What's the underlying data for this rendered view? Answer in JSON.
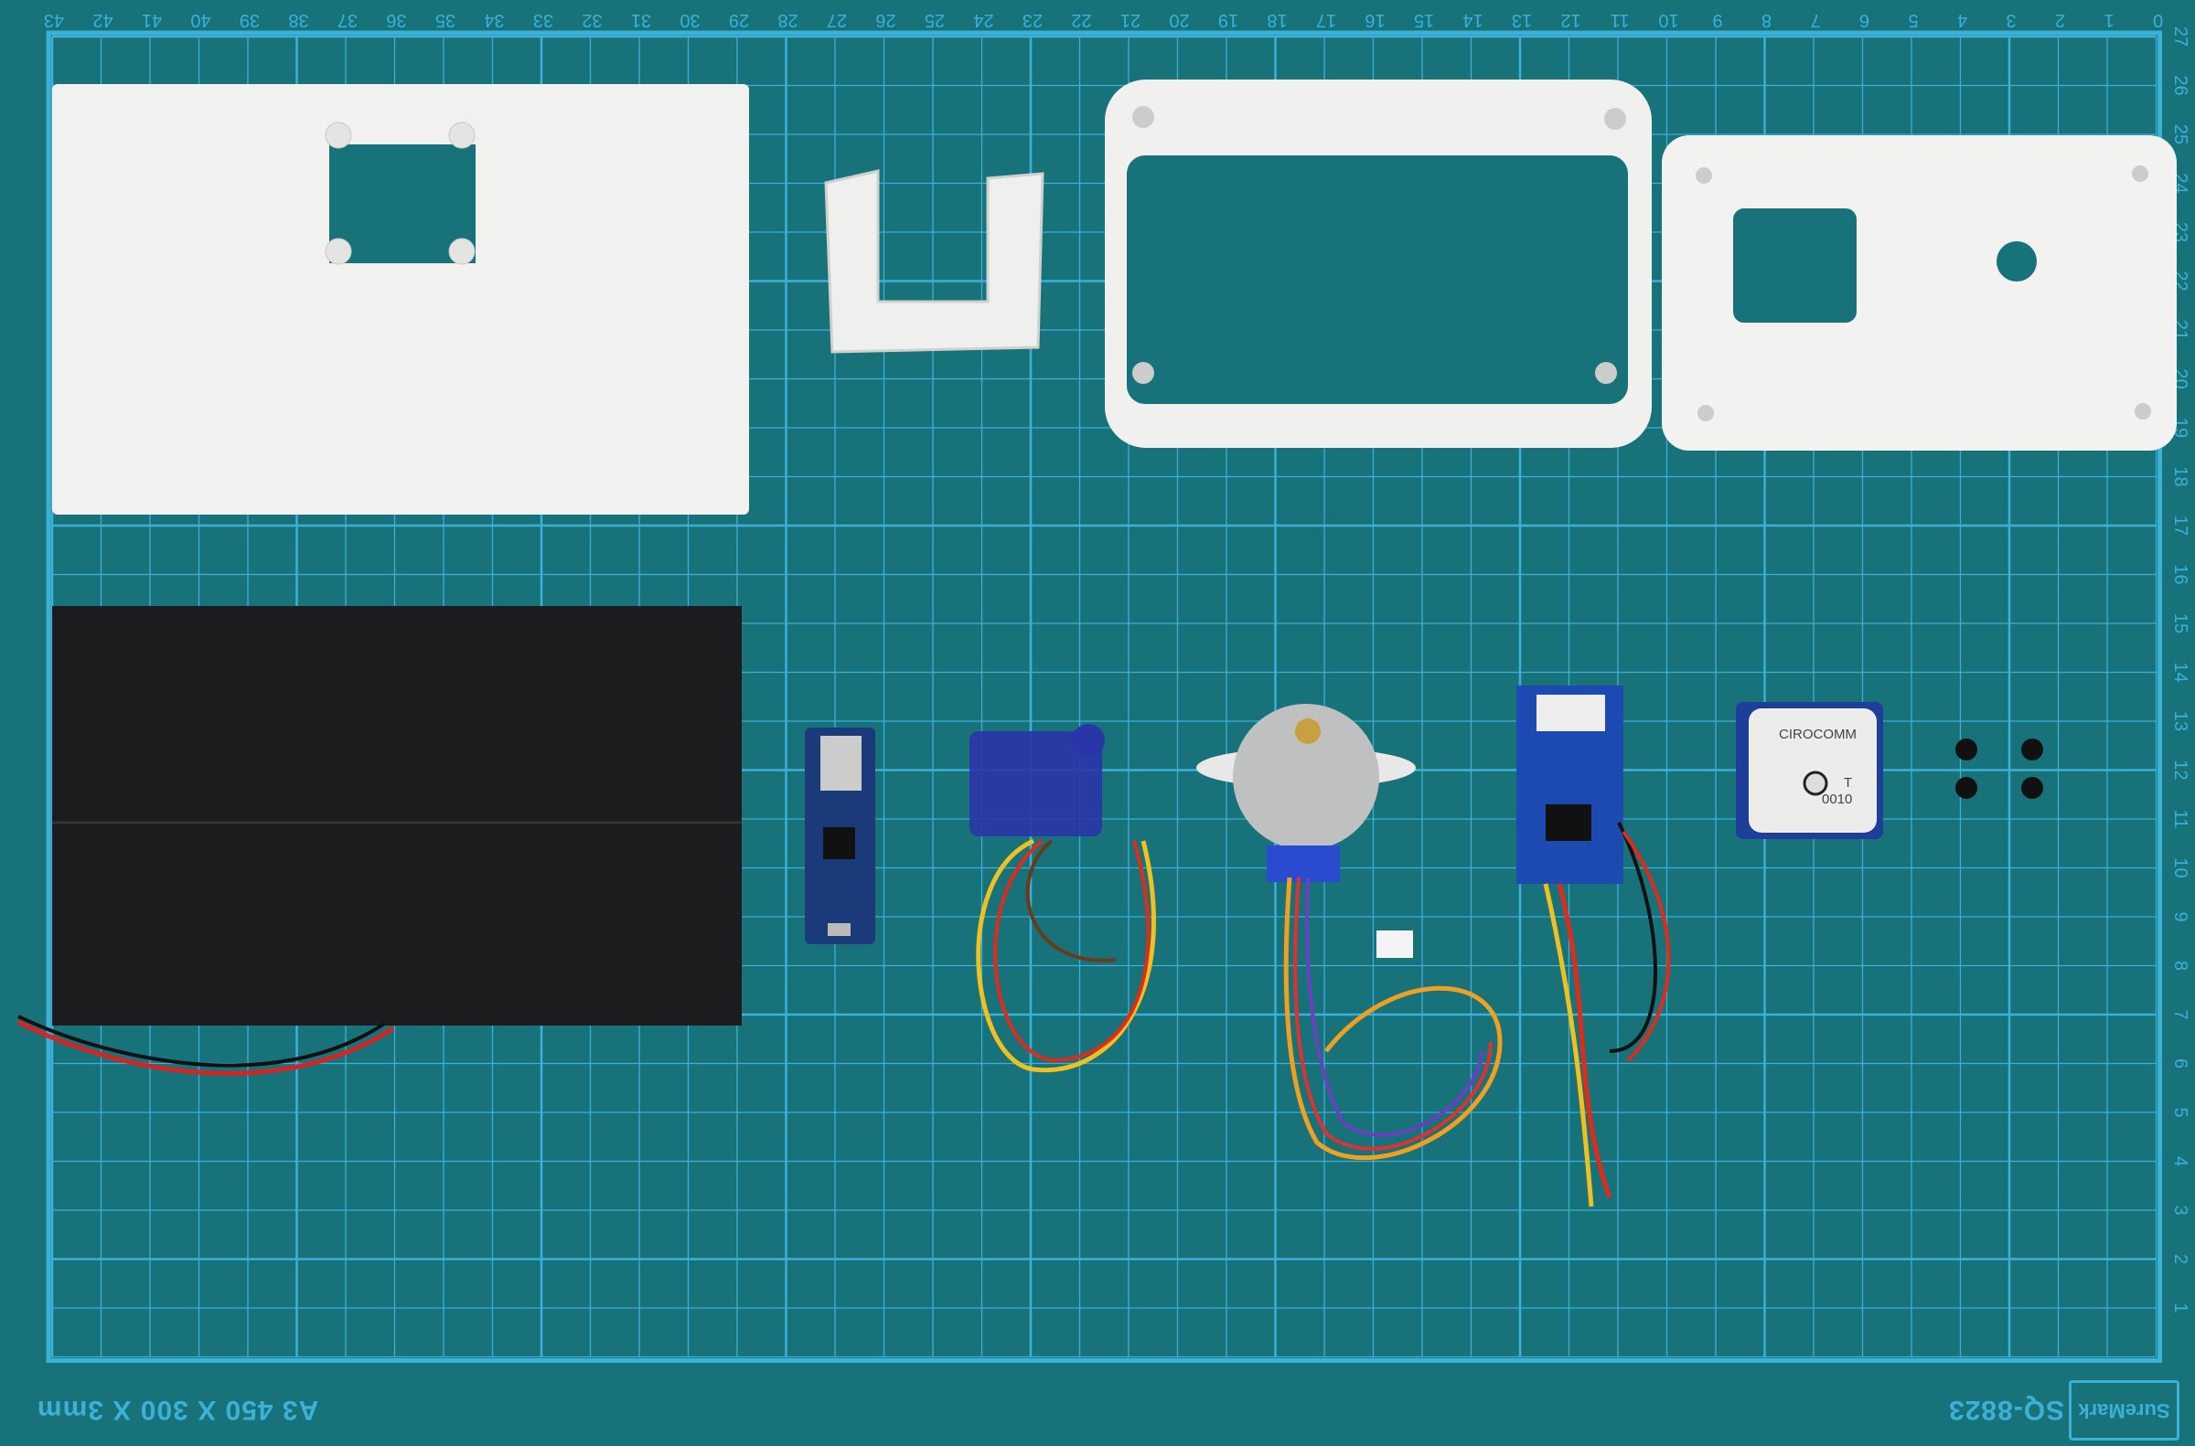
{
  "mat": {
    "colors": {
      "mat": "#17727a",
      "grid": "#3db0d8",
      "plastic": "#f2f2f0",
      "solar": "#1c1c1e",
      "pcb": "#1d3f9a"
    },
    "ruler_top": [
      0,
      1,
      2,
      3,
      4,
      5,
      6,
      7,
      8,
      9,
      10,
      11,
      12,
      13,
      14,
      15,
      16,
      17,
      18,
      19,
      20,
      21,
      22,
      23,
      24,
      25,
      26,
      27,
      28,
      29,
      30,
      31,
      32,
      33,
      34,
      35,
      36,
      37,
      38,
      39,
      40,
      41,
      42,
      43
    ],
    "ruler_right": [
      1,
      2,
      3,
      4,
      5,
      6,
      7,
      8,
      9,
      10,
      11,
      12,
      13,
      14,
      15,
      16,
      17,
      18,
      19,
      20,
      21,
      22,
      23,
      24,
      25,
      26,
      27
    ],
    "size_label": "A3 450 X 300 X 3mm",
    "model_label": "SQ-8823",
    "brand_logo": "SureMark"
  },
  "gps": {
    "brand": "CIROCOMM",
    "code_letter": "T",
    "code_number": "0010"
  }
}
